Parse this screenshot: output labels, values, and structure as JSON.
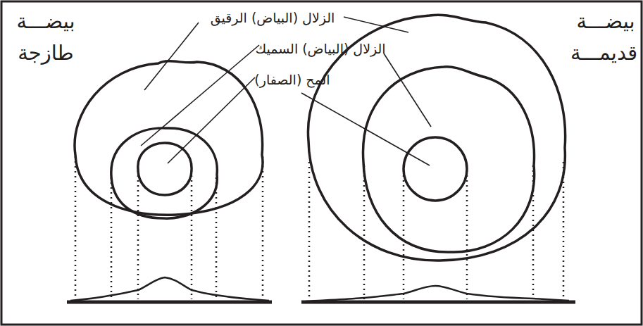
{
  "diagram": {
    "labels": [
      "بيضـــة طازجة",
      "الزلال (البياض) الرقيق",
      "الزلال (البياض) السميك",
      "المح (الصفار)",
      "بيضـــة قديمـــة"
    ]
  }
}
